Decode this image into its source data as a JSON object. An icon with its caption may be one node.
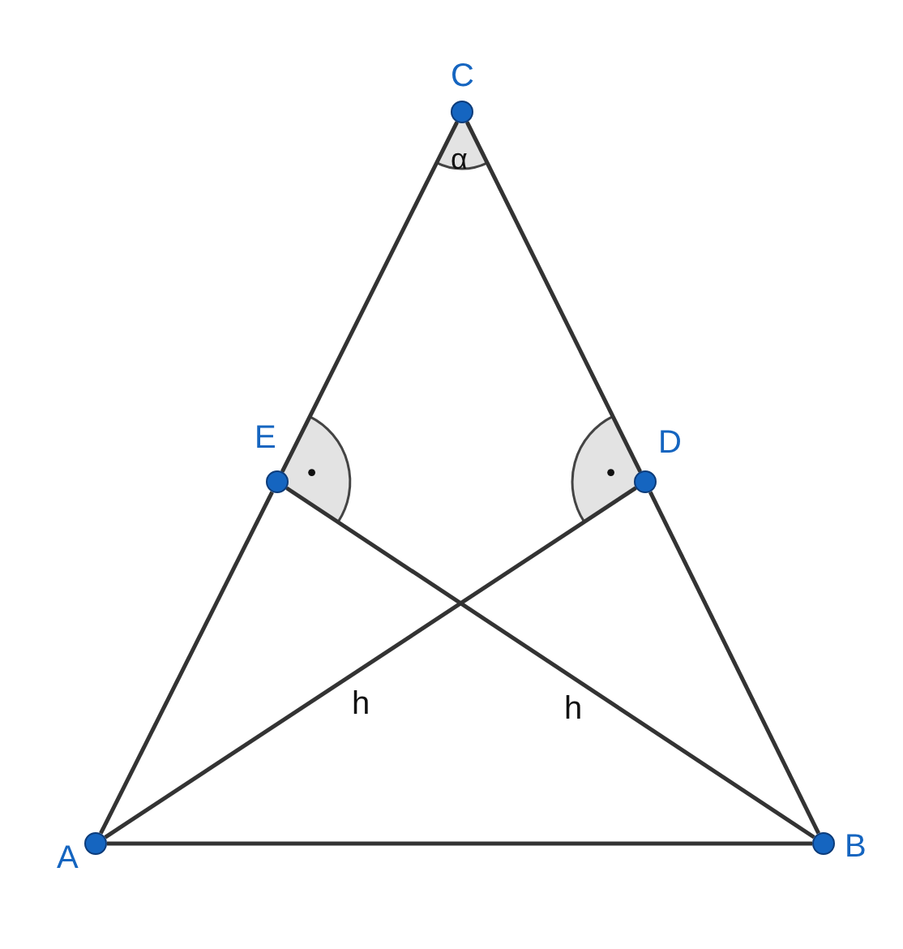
{
  "diagram": {
    "nodes": [
      {
        "text": [
          "C"
        ]
      },
      {
        "text": [
          "E"
        ]
      },
      {
        "text": [
          "D"
        ]
      },
      {
        "text": [
          "A"
        ]
      },
      {
        "text": [
          "B"
        ]
      }
    ],
    "edges": [
      {
        "from": 0,
        "to": 1,
        "arrow": "none"
      },
      {
        "from": 1,
        "to": 3,
        "arrow": "none"
      },
      {
        "from": 0,
        "to": 2,
        "arrow": "none"
      },
      {
        "from": 2,
        "to": 4,
        "arrow": "none"
      },
      {
        "from": 3,
        "to": 4,
        "arrow": "none"
      },
      {
        "from": 3,
        "to": 2,
        "arrow": "none",
        "label": "h"
      },
      {
        "from": 4,
        "to": 1,
        "arrow": "none",
        "label": "h"
      }
    ],
    "labels": [
      "α"
    ]
  }
}
